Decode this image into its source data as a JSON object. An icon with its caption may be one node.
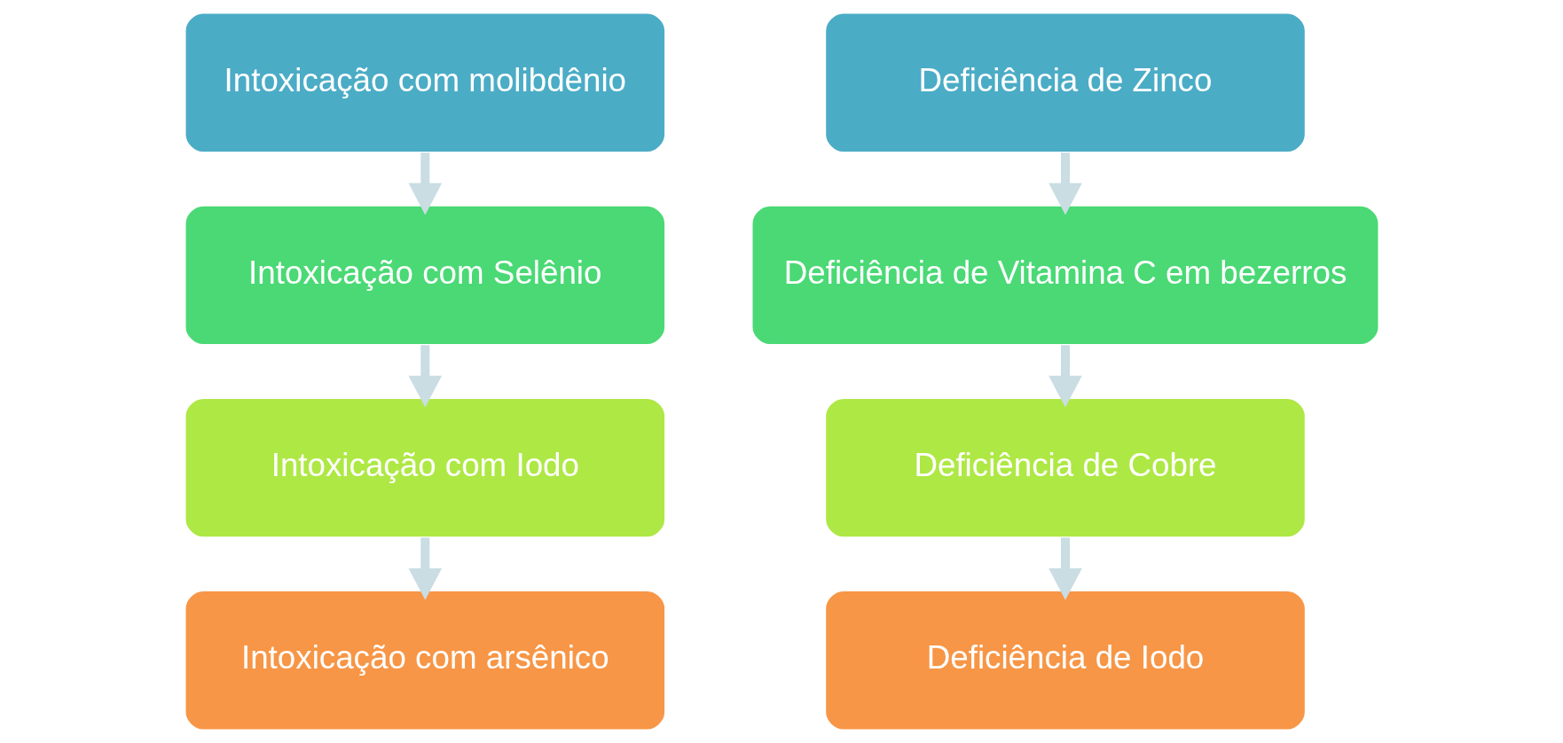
{
  "diagram": {
    "nodes": [
      {
        "text": [
          "Intoxicação com molibdênio"
        ]
      },
      {
        "text": [
          "Intoxicação com Selênio"
        ]
      },
      {
        "text": [
          "Intoxicação com Iodo"
        ]
      },
      {
        "text": [
          "Intoxicação com arsênico"
        ]
      },
      {
        "text": [
          "Deficiência de Zinco"
        ]
      },
      {
        "text": [
          "Deficiência de Vitamina C em bezerros"
        ]
      },
      {
        "text": [
          "Deficiência de Cobre"
        ]
      },
      {
        "text": [
          "Deficiência de Iodo"
        ]
      }
    ],
    "edges": [
      {
        "from": 0,
        "to": 1,
        "arrow": "to"
      },
      {
        "from": 1,
        "to": 2,
        "arrow": "to"
      },
      {
        "from": 2,
        "to": 3,
        "arrow": "to"
      },
      {
        "from": 4,
        "to": 5,
        "arrow": "to"
      },
      {
        "from": 5,
        "to": 6,
        "arrow": "to"
      },
      {
        "from": 6,
        "to": 7,
        "arrow": "to"
      }
    ]
  }
}
